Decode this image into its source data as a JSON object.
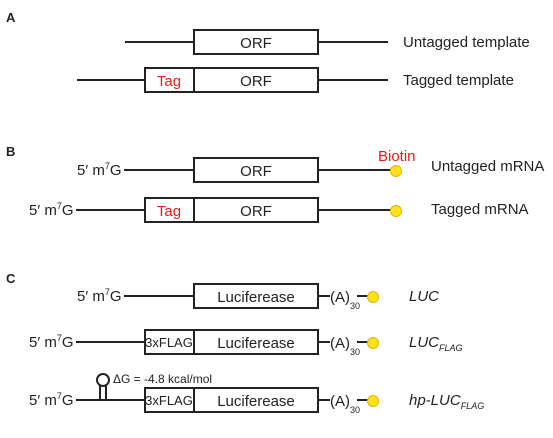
{
  "panels": {
    "A": {
      "label": "A",
      "rows": [
        {
          "orf": "ORF",
          "caption": "Untagged template"
        },
        {
          "tag": "Tag",
          "orf": "ORF",
          "caption": "Tagged template"
        }
      ]
    },
    "B": {
      "label": "B",
      "biotin": "Biotin",
      "rows": [
        {
          "prefix": "5′ m",
          "cap_sup": "7",
          "cap_suffix": "G",
          "orf": "ORF",
          "caption": "Untagged mRNA"
        },
        {
          "prefix": "5′ m",
          "cap_sup": "7",
          "cap_suffix": "G",
          "tag": "Tag",
          "orf": "ORF",
          "caption": "Tagged mRNA"
        }
      ]
    },
    "C": {
      "label": "C",
      "hairpin_label": "ΔG = -4.8 kcal/mol",
      "rows": [
        {
          "prefix": "5′ m",
          "cap_sup": "7",
          "cap_suffix": "G",
          "gene": "Luciferease",
          "polya": "(A)",
          "polya_sub": "30",
          "caption": "LUC",
          "caption_sub": ""
        },
        {
          "prefix": "5′ m",
          "cap_sup": "7",
          "cap_suffix": "G",
          "tag": "3xFLAG",
          "gene": "Luciferease",
          "polya": "(A)",
          "polya_sub": "30",
          "caption": "LUC",
          "caption_sub": "FLAG"
        },
        {
          "prefix": "5′ m",
          "cap_sup": "7",
          "cap_suffix": "G",
          "tag": "3xFLAG",
          "gene": "Luciferease",
          "polya": "(A)",
          "polya_sub": "30",
          "caption": "hp-LUC",
          "caption_sub": "FLAG"
        }
      ]
    }
  },
  "colors": {
    "tag_text": "#e0201b",
    "biotin_dot": "#ffe21a",
    "biotin_dot_stroke": "#e3b400",
    "line": "#222222"
  }
}
